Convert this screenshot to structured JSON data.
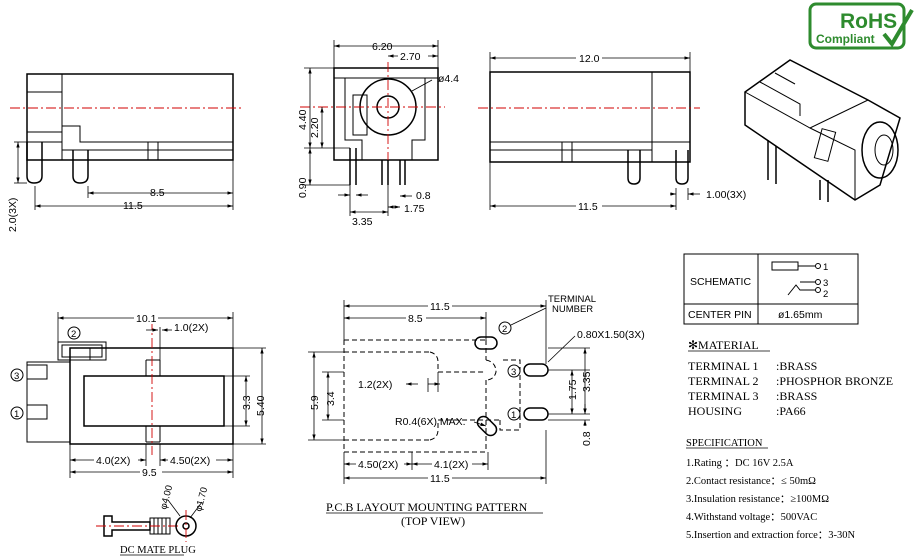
{
  "badge": {
    "line1": "RoHS",
    "line2": "Compliant",
    "color": "#2e8b2e"
  },
  "view_side": {
    "dim_height": "2.0(3X)",
    "dim_85": "8.5",
    "dim_115": "11.5"
  },
  "view_front": {
    "dim_620": "6.20",
    "dim_270": "2.70",
    "dim_dia": "ø4.4",
    "dim_440": "4.40",
    "dim_220": "2.20",
    "dim_090": "0.90",
    "dim_08": "0.8",
    "dim_335": "3.35",
    "dim_175": "1.75"
  },
  "view_right": {
    "dim_120": "12.0",
    "dim_115": "11.5",
    "dim_100": "1.00(3X)"
  },
  "view_bottom": {
    "dim_101": "10.1",
    "dim_10": "1.0(2X)",
    "dim_33": "3.3",
    "dim_54": "5.40",
    "dim_40": "4.0(2X)",
    "dim_45": "4.50(2X)",
    "dim_95": "9.5",
    "term1": "1",
    "term2": "2",
    "term3": "3"
  },
  "pcb": {
    "dim_115": "11.5",
    "dim_85": "8.5",
    "dim_slot": "0.80X1.50(3X)",
    "dim_terminal": "TERMINAL\nNUMBER",
    "terminal_l1": "TERMINAL",
    "terminal_l2": "NUMBER",
    "dim_59": "5.9",
    "dim_34": "3.4",
    "dim_12": "1.2(2X)",
    "dim_r": "R0.4(6X)  MAX.",
    "dim_175": "1.75",
    "dim_335": "3.35",
    "dim_08": "0.8",
    "dim_45": "4.50(2X)",
    "dim_41": "4.1(2X)",
    "dim_115b": "11.5",
    "term1": "1",
    "term2": "2",
    "term3": "3",
    "caption1": "P.C.B LAYOUT MOUNTING PATTERN",
    "caption2": "(TOP VIEW)"
  },
  "plug": {
    "dim_a": "φ4.00",
    "dim_b": "φ1.70",
    "caption": "DC MATE PLUG"
  },
  "schematic": {
    "label_schematic": "SCHEMATIC",
    "label_center": "CENTER PIN",
    "center_value": "ø1.65mm",
    "pin1": "1",
    "pin2": "2",
    "pin3": "3"
  },
  "material": {
    "title": "✻MATERIAL",
    "rows": [
      {
        "part": "TERMINAL 1",
        "value": ":BRASS"
      },
      {
        "part": "TERMINAL 2",
        "value": ":PHOSPHOR BRONZE"
      },
      {
        "part": "TERMINAL 3",
        "value": ":BRASS"
      },
      {
        "part": "HOUSING",
        "value": ":PA66"
      }
    ]
  },
  "specification": {
    "title": "SPECIFICATION",
    "items": [
      "1.Rating ：DC 16V 2.5A",
      "2.Contact resistance：≤ 50mΩ",
      "3.Insulation resistance：≥100MΩ",
      "4.Withstand voltage：500VAC",
      "5.Insertion and extraction force：3-30N"
    ]
  }
}
